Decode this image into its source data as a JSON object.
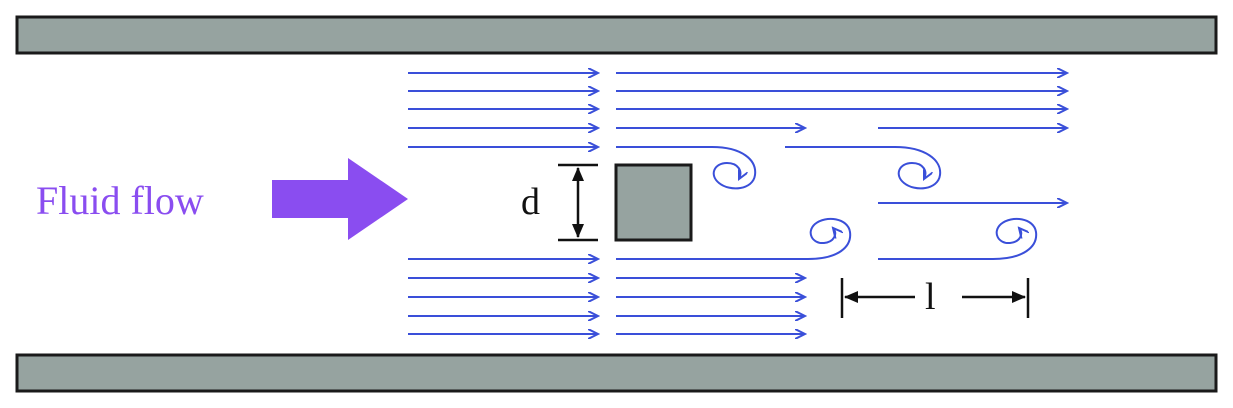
{
  "labels": {
    "fluid_flow": "Fluid flow",
    "diameter": "d",
    "wavelength": "l"
  },
  "colors": {
    "wall": "#96a3a0",
    "obstacle": "#96a3a0",
    "stroke": "#1a1a1a",
    "streamline": "#3a4fd9",
    "flow_arrow": "#8a4df0",
    "text": "#111111"
  },
  "icons": {
    "flow_arrow": "right-block-arrow-icon",
    "streamline_head": "arrowhead-icon",
    "vortex": "vortex-swirl-icon"
  }
}
